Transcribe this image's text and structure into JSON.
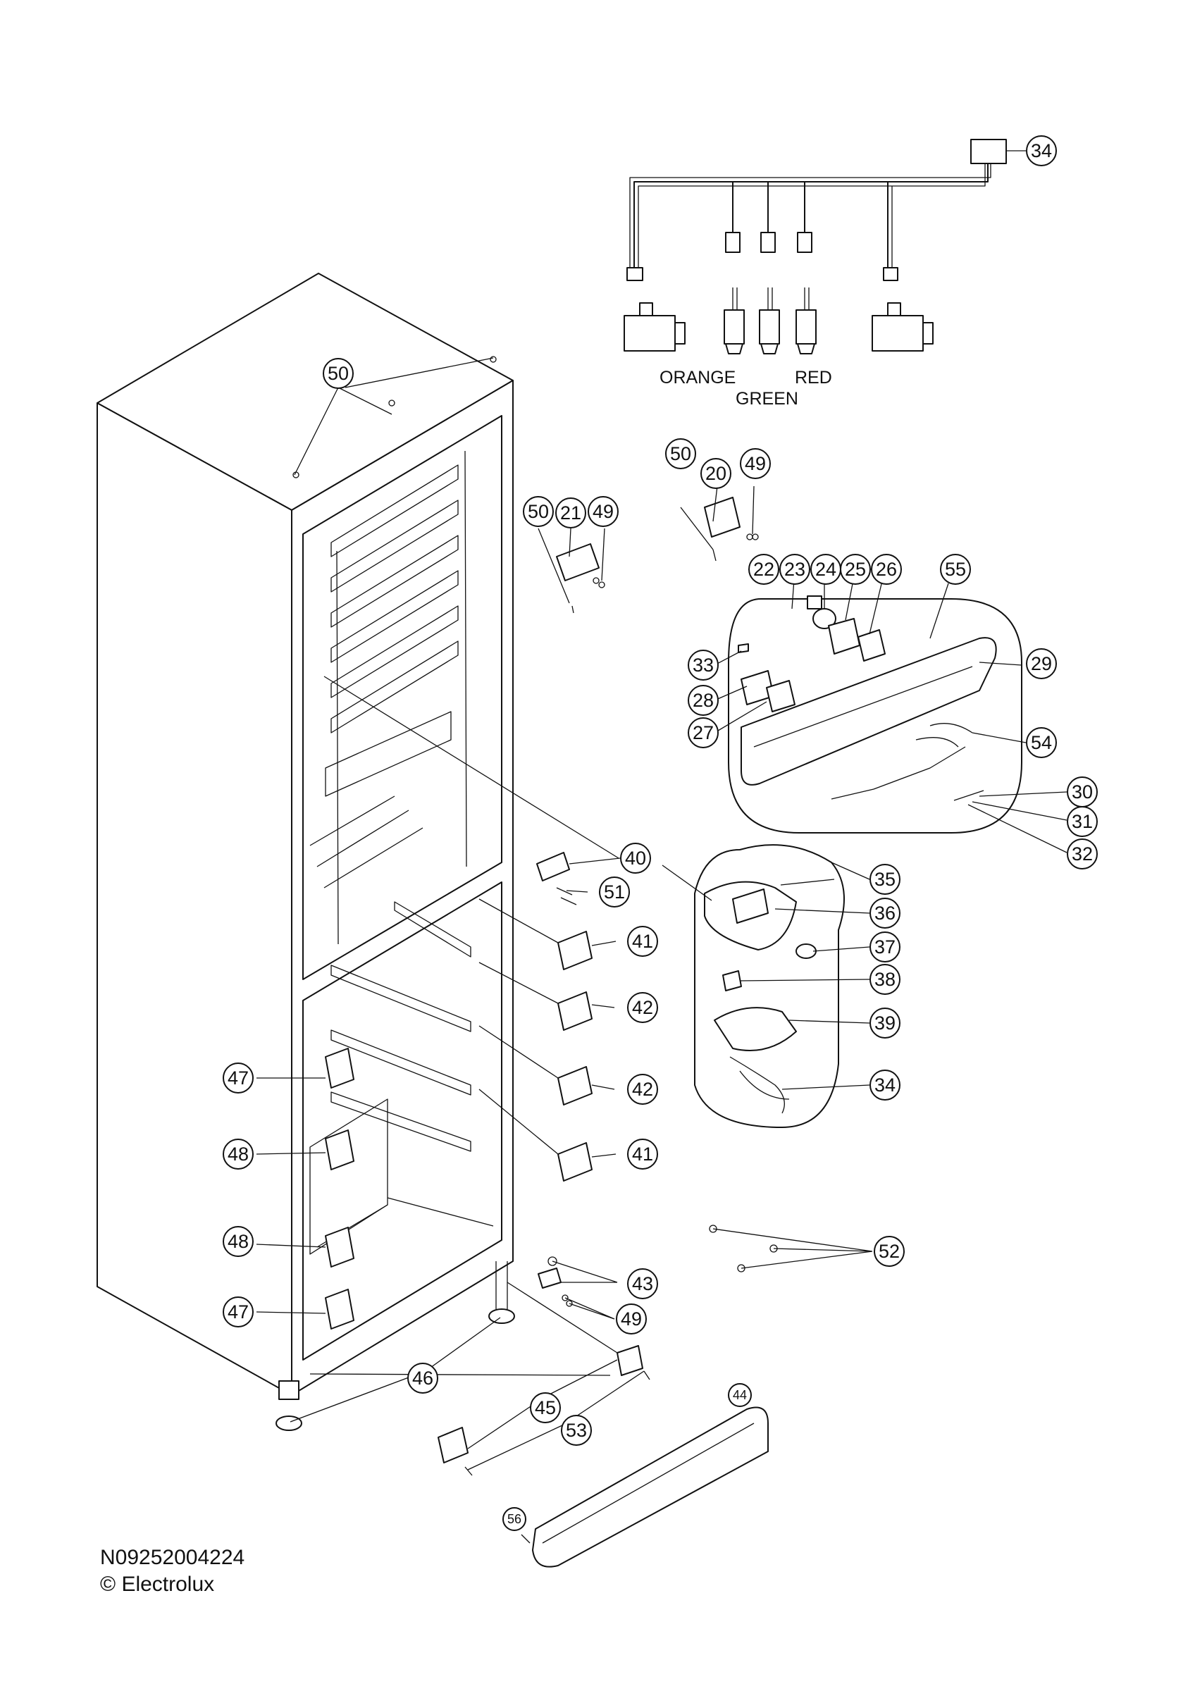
{
  "wire_labels": {
    "orange": "ORANGE",
    "green": "GREEN",
    "red": "RED"
  },
  "callouts": {
    "c34a": "34",
    "c50a": "50",
    "c50b": "50",
    "c50c": "50",
    "c20": "20",
    "c21": "21",
    "c49a": "49",
    "c49b": "49",
    "c49c": "49",
    "c22": "22",
    "c23": "23",
    "c24": "24",
    "c25": "25",
    "c26": "26",
    "c55": "55",
    "c29": "29",
    "c33": "33",
    "c28": "28",
    "c27": "27",
    "c54": "54",
    "c30": "30",
    "c31": "31",
    "c32": "32",
    "c40": "40",
    "c51": "51",
    "c35": "35",
    "c36": "36",
    "c37": "37",
    "c38": "38",
    "c39": "39",
    "c34b": "34",
    "c41a": "41",
    "c42a": "42",
    "c42b": "42",
    "c41b": "41",
    "c47a": "47",
    "c48a": "48",
    "c48b": "48",
    "c47b": "47",
    "c52": "52",
    "c43": "43",
    "c46": "46",
    "c45": "45",
    "c53": "53",
    "c44": "44",
    "c56": "56"
  },
  "footer": {
    "code": "N09252004224",
    "copyright": "© Electrolux"
  }
}
